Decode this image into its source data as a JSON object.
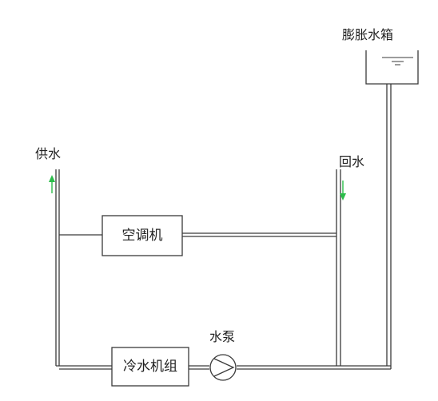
{
  "labels": {
    "expansion_tank": "膨胀水箱",
    "supply_water": "供水",
    "return_water": "回水",
    "air_handler": "空调机",
    "chiller_unit": "冷水机组",
    "water_pump": "水泵"
  },
  "colors": {
    "line": "#3a3a3a",
    "arrow": "#2bbd4a"
  },
  "icons": {
    "supply_arrow": "arrow-up-icon",
    "return_arrow": "arrow-down-icon",
    "pump_symbol": "pump-icon",
    "water_level": "water-level-icon"
  }
}
